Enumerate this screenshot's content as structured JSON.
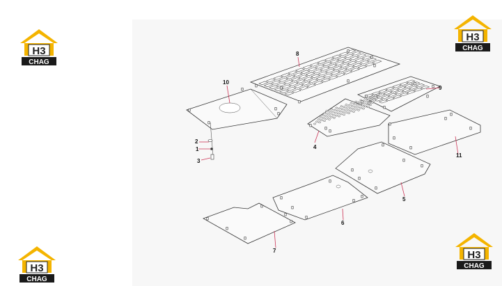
{
  "brand": {
    "logo_mark": "H3",
    "logo_text": "CHAG",
    "colors": {
      "roof": "#f4b400",
      "mark_bg": "#ffffff",
      "text_bg": "#1a1a1a",
      "text": "#ffffff"
    }
  },
  "callouts": [
    {
      "id": "c1",
      "label": "1"
    },
    {
      "id": "c2",
      "label": "2"
    },
    {
      "id": "c3",
      "label": "3"
    },
    {
      "id": "c4",
      "label": "4"
    },
    {
      "id": "c5",
      "label": "5"
    },
    {
      "id": "c6",
      "label": "6"
    },
    {
      "id": "c7",
      "label": "7"
    },
    {
      "id": "c8",
      "label": "8"
    },
    {
      "id": "c9",
      "label": "9"
    },
    {
      "id": "c10",
      "label": "10"
    },
    {
      "id": "c11",
      "label": "11"
    }
  ]
}
